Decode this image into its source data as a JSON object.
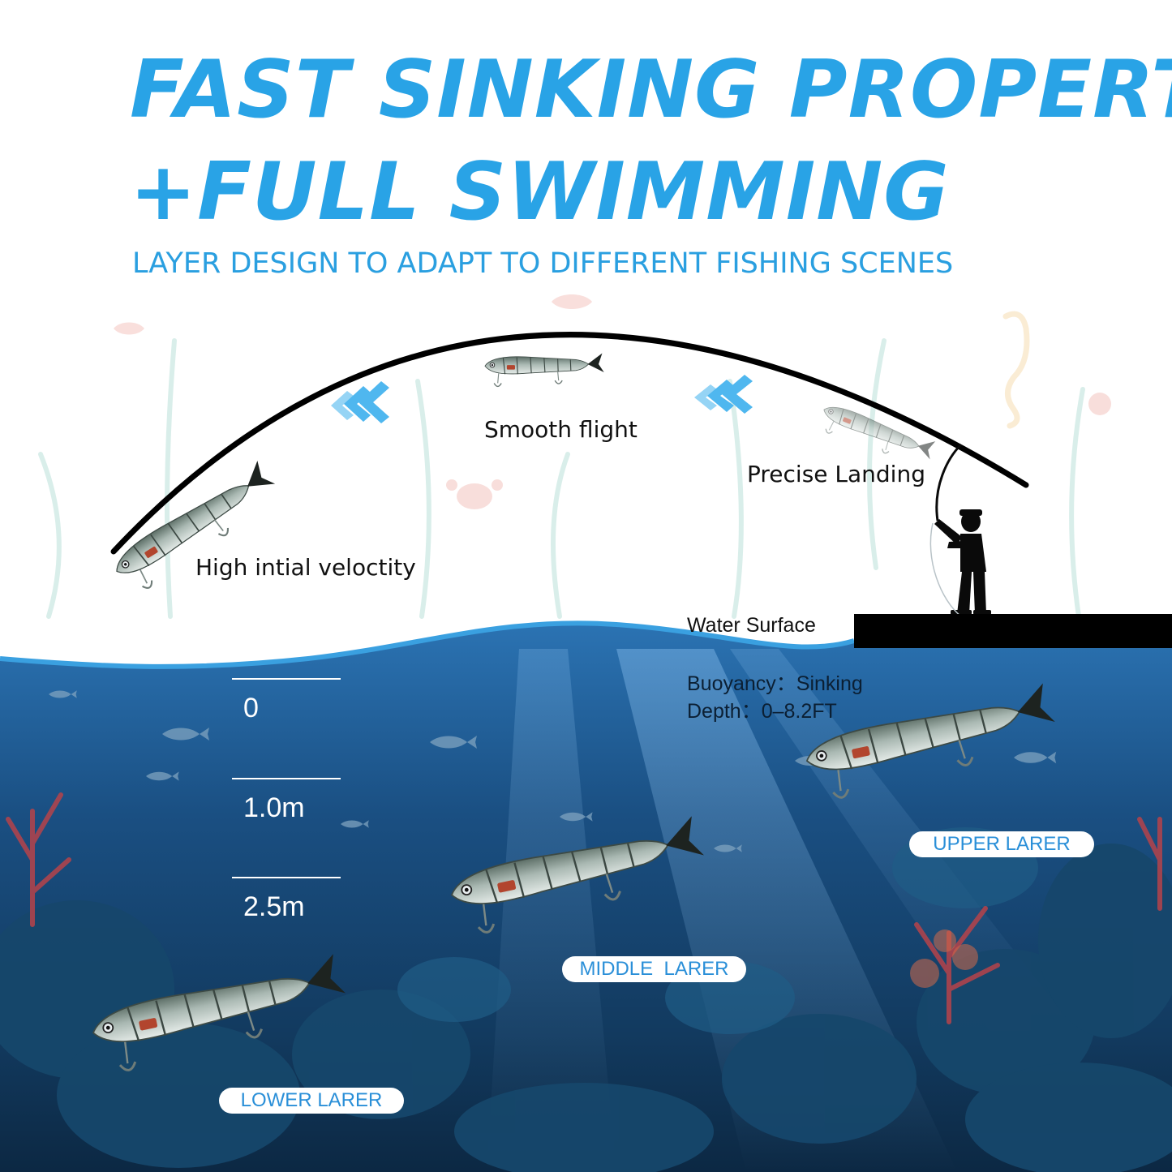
{
  "header": {
    "title_line1": "FAST SINKING PROPERTY",
    "title_line2": "+FULL SWIMMING",
    "subtitle": "LAYER DESIGN TO ADAPT TO DIFFERENT FISHING SCENES"
  },
  "cast": {
    "smooth_flight": "Smooth flight",
    "precise_landing": "Precise Landing",
    "high_velocity": "High intial veloctity"
  },
  "water": {
    "surface_label": "Water Surface",
    "buoyancy": "Buoyancy：Sinking",
    "depth": "Depth：0–8.2FT"
  },
  "depth_scale": [
    "0",
    "1.0m",
    "2.5m"
  ],
  "layers": {
    "upper": "UPPER LARER",
    "middle": "MIDDLE  LARER",
    "lower": "LOWER LARER"
  },
  "colors": {
    "headline": "#29a3e6",
    "water_top": "#2f7fc0",
    "water_deep": "#0d2a45",
    "pill_text": "#2a8fd8"
  },
  "icons": [
    "chevrons-left-icon",
    "fisherman-icon",
    "lure-icon",
    "seahorse-icon",
    "crab-icon"
  ]
}
